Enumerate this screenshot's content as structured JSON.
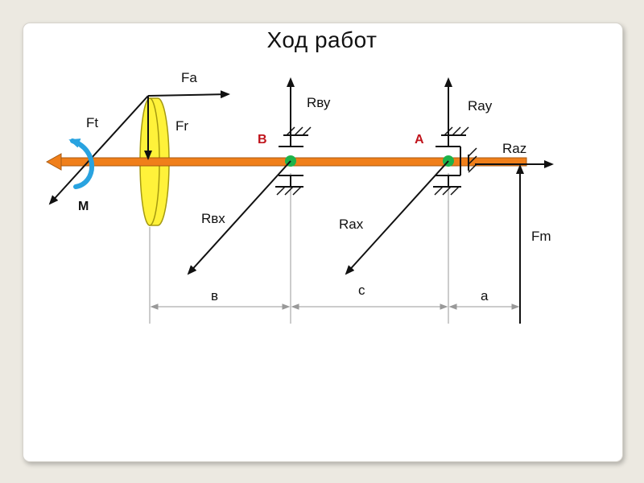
{
  "slide": {
    "title": "Ход работ"
  },
  "labels": {
    "fa": "Fa",
    "ft": "Ft",
    "fr": "Fr",
    "m": "M",
    "rby": "Rву",
    "rbx": "Rвх",
    "point_b": "B",
    "point_a": "A",
    "ray": "Ray",
    "raz": "Raz",
    "rax": "Rax",
    "fm": "Fm",
    "dim_b": "в",
    "dim_c": "с",
    "dim_a": "а"
  },
  "colors": {
    "shaft": "#f07f1a",
    "shaft_edge": "#a85a10",
    "gear_fill": "#fff23a",
    "gear_edge": "#a59a10",
    "moment_arrow": "#29a3e0",
    "bearing_point": "#1db34a",
    "point_label": "#c0141c",
    "line": "#111111",
    "dim_line": "#999999"
  }
}
